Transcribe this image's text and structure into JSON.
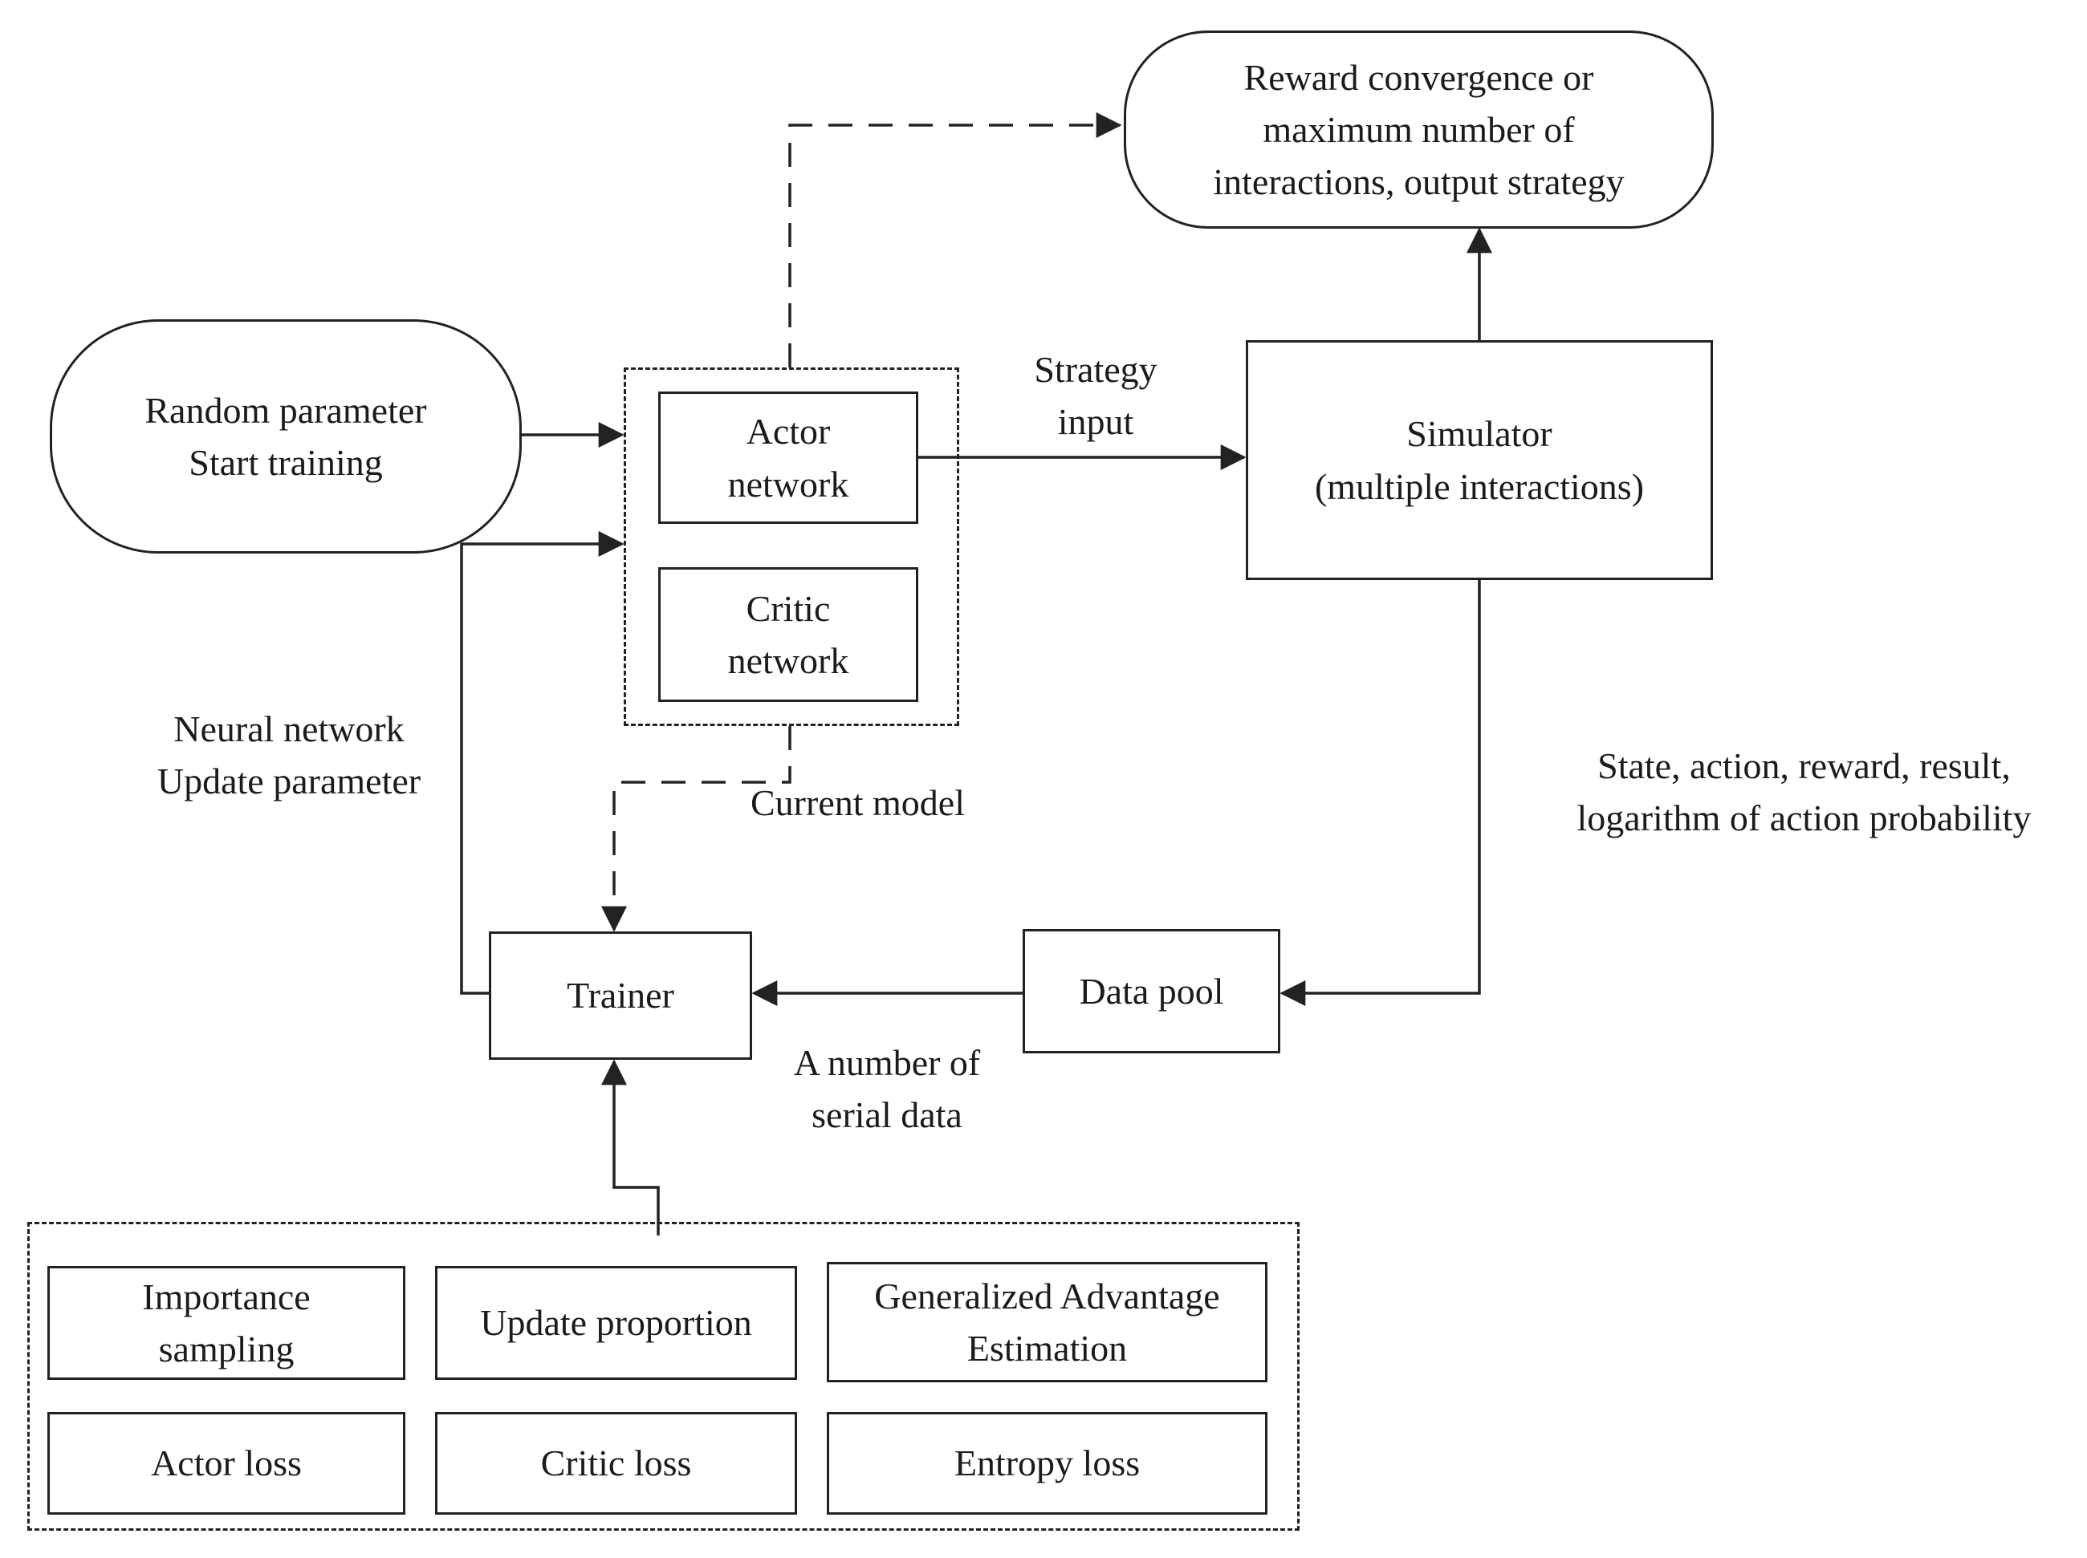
{
  "diagram": {
    "type": "flowchart",
    "topic": "Actor-Critic (PPO) training loop",
    "colors": {
      "stroke": "#222222",
      "text": "#1b1b1b",
      "background": "#ffffff"
    }
  },
  "nodes": {
    "terminal_output": {
      "label": "Reward convergence or\nmaximum number of\ninteractions, output strategy"
    },
    "start": {
      "label": "Random parameter\nStart training"
    },
    "actor_network": {
      "label": "Actor\nnetwork"
    },
    "critic_network": {
      "label": "Critic\nnetwork"
    },
    "simulator": {
      "label": "Simulator\n(multiple interactions)"
    },
    "trainer": {
      "label": "Trainer"
    },
    "data_pool": {
      "label": "Data pool"
    },
    "importance_sampling": {
      "label": "Importance\nsampling"
    },
    "update_proportion": {
      "label": "Update proportion"
    },
    "gae": {
      "label": "Generalized Advantage\nEstimation"
    },
    "actor_loss": {
      "label": "Actor loss"
    },
    "critic_loss": {
      "label": "Critic loss"
    },
    "entropy_loss": {
      "label": "Entropy loss"
    }
  },
  "edge_labels": {
    "strategy_input": "Strategy\ninput",
    "neural_update": "Neural network\nUpdate parameter",
    "current_model": "Current model",
    "sim_output": "State, action, reward, result,\nlogarithm of action probability",
    "serial_data": "A number of\nserial data"
  }
}
